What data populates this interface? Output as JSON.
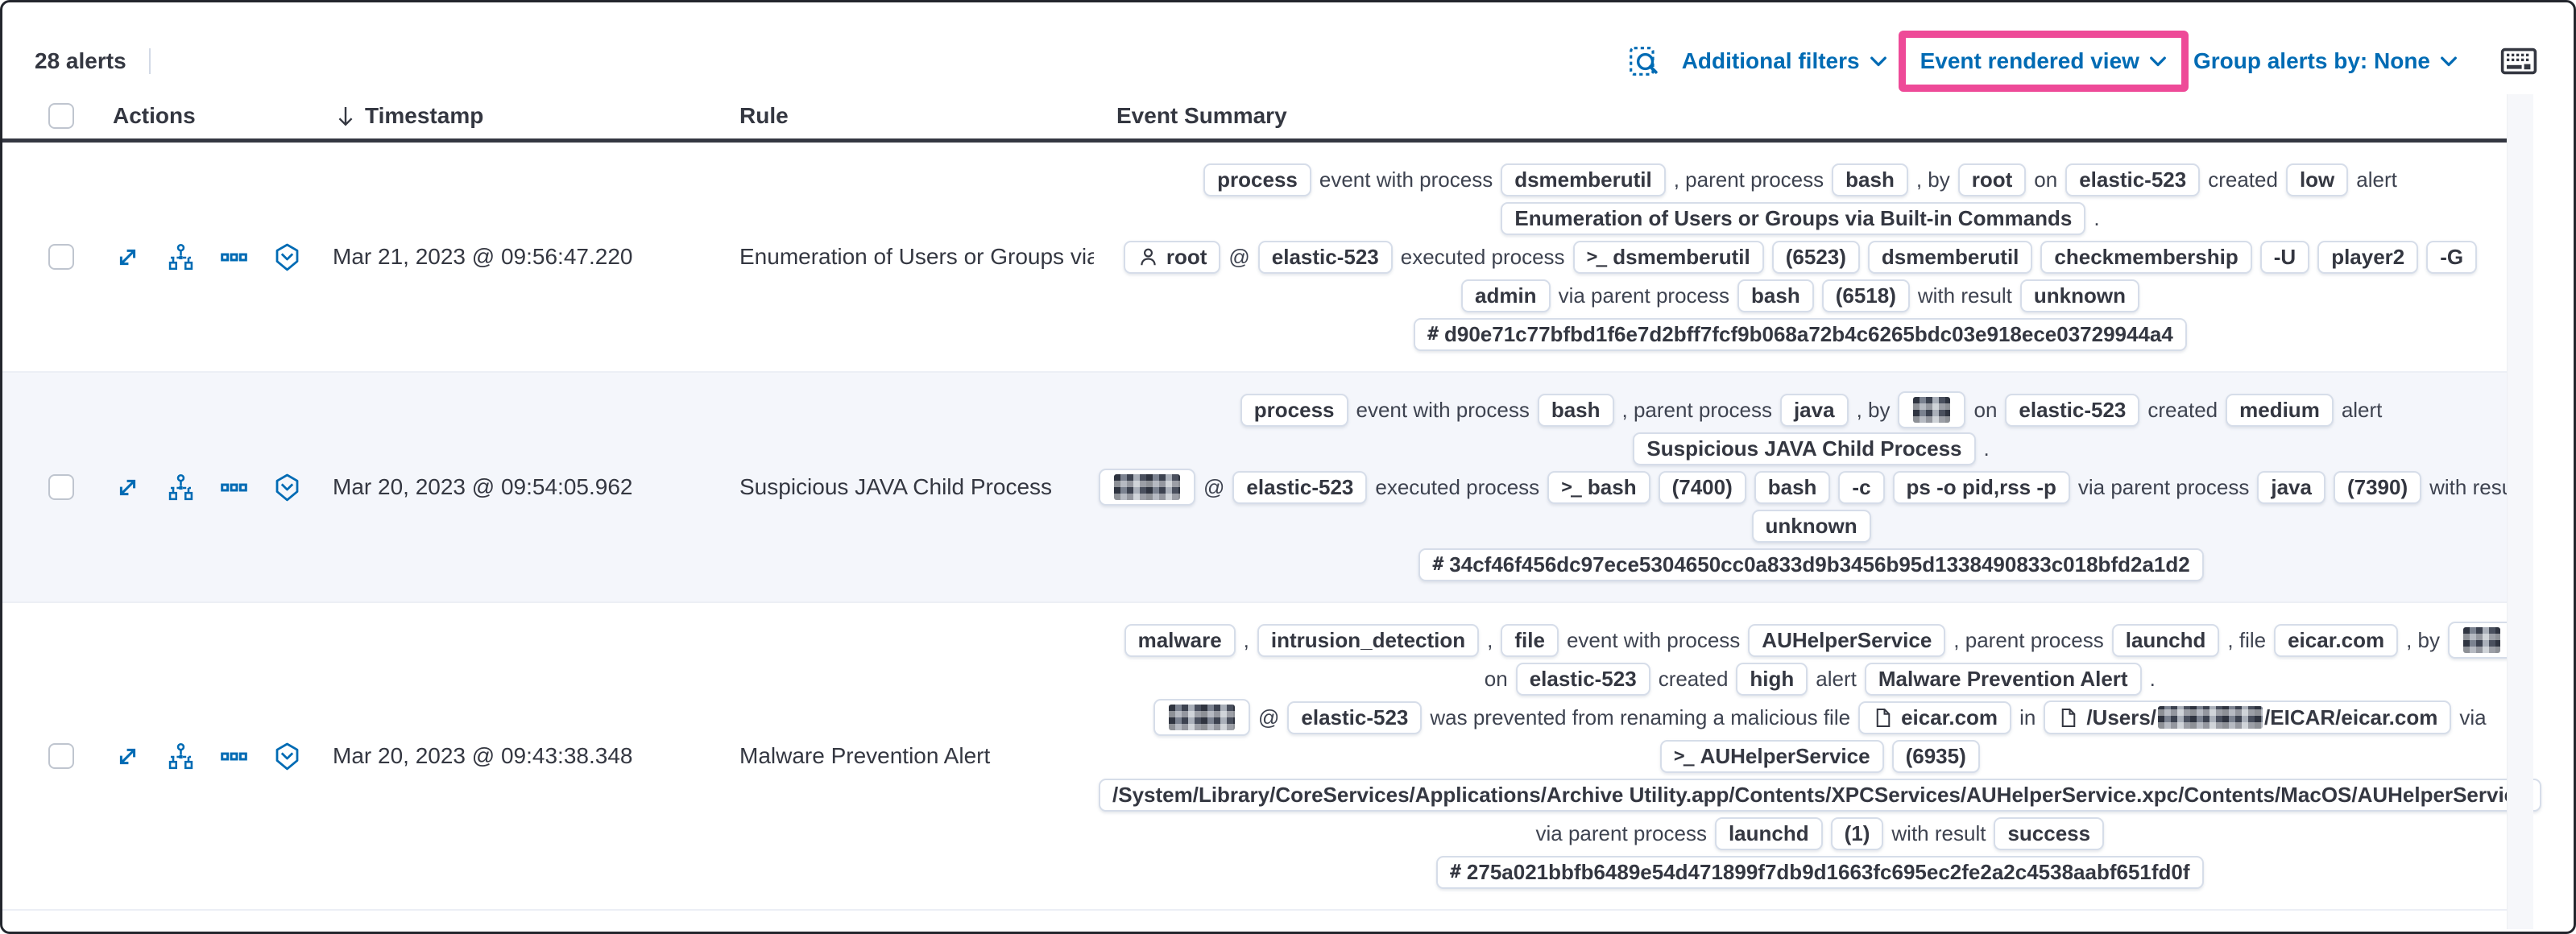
{
  "toolbar": {
    "alerts_count": "28 alerts",
    "additional_filters_label": "Additional filters",
    "view_selector_label": "Event rendered view",
    "group_by_label": "Group alerts by: None"
  },
  "colors": {
    "primary_blue": "#006bb4",
    "highlight_pink": "#ee4a98",
    "stripe_row": "#f4f6fb"
  },
  "icons": {
    "toolbar": [
      "inspect-icon",
      "keyboard-icon"
    ],
    "row_actions": [
      "expand-alert-icon",
      "analyze-event-icon",
      "more-actions-icon",
      "session-view-icon"
    ]
  },
  "table": {
    "headers": [
      "Actions",
      "Timestamp",
      "Rule",
      "Event Summary"
    ],
    "rows": [
      {
        "timestamp": "Mar 21, 2023 @ 09:56:47.220",
        "rule": "Enumeration of Users or Groups via Bui",
        "summary": [
          [
            {
              "type": "badge",
              "text": "process"
            },
            {
              "type": "text",
              "text": "event with process"
            },
            {
              "type": "badge",
              "text": "dsmemberutil"
            },
            {
              "type": "text",
              "text": ", parent process"
            },
            {
              "type": "badge",
              "text": "bash"
            },
            {
              "type": "text",
              "text": ", by"
            },
            {
              "type": "badge",
              "text": "root"
            },
            {
              "type": "text",
              "text": "on"
            },
            {
              "type": "badge",
              "text": "elastic-523"
            },
            {
              "type": "text",
              "text": "created"
            },
            {
              "type": "badge",
              "text": "low"
            },
            {
              "type": "text",
              "text": "alert"
            }
          ],
          [
            {
              "type": "badge",
              "text": "Enumeration of Users or Groups via Built-in Commands"
            },
            {
              "type": "text",
              "text": "."
            }
          ],
          [
            {
              "type": "badge",
              "text": "root",
              "icon": "user"
            },
            {
              "type": "text",
              "text": "@"
            },
            {
              "type": "badge",
              "text": "elastic-523"
            },
            {
              "type": "text",
              "text": "executed process"
            },
            {
              "type": "badge",
              "text": "dsmemberutil",
              "icon": "terminal"
            },
            {
              "type": "badge",
              "text": "(6523)"
            },
            {
              "type": "badge",
              "text": "dsmemberutil"
            },
            {
              "type": "badge",
              "text": "checkmembership"
            },
            {
              "type": "badge",
              "text": "-U"
            },
            {
              "type": "badge",
              "text": "player2"
            },
            {
              "type": "badge",
              "text": "-G"
            }
          ],
          [
            {
              "type": "badge",
              "text": "admin"
            },
            {
              "type": "text",
              "text": "via parent process"
            },
            {
              "type": "badge",
              "text": "bash"
            },
            {
              "type": "badge",
              "text": "(6518)"
            },
            {
              "type": "text",
              "text": "with result"
            },
            {
              "type": "badge",
              "text": "unknown"
            }
          ],
          [
            {
              "type": "badge",
              "text": "d90e71c77bfbd1f6e7d2bff7fcf9b068a72b4c6265bdc03e918ece03729944a4",
              "icon": "hash"
            }
          ]
        ]
      },
      {
        "timestamp": "Mar 20, 2023 @ 09:54:05.962",
        "rule": "Suspicious JAVA Child Process",
        "summary": [
          [
            {
              "type": "badge",
              "text": "process"
            },
            {
              "type": "text",
              "text": "event with process"
            },
            {
              "type": "badge",
              "text": "bash"
            },
            {
              "type": "text",
              "text": ", parent process"
            },
            {
              "type": "badge",
              "text": "java"
            },
            {
              "type": "text",
              "text": ", by"
            },
            {
              "type": "badge",
              "redact": "sm"
            },
            {
              "type": "text",
              "text": "on"
            },
            {
              "type": "badge",
              "text": "elastic-523"
            },
            {
              "type": "text",
              "text": "created"
            },
            {
              "type": "badge",
              "text": "medium"
            },
            {
              "type": "text",
              "text": "alert"
            }
          ],
          [
            {
              "type": "badge",
              "text": "Suspicious JAVA Child Process"
            },
            {
              "type": "text",
              "text": "."
            }
          ],
          [
            {
              "type": "badge",
              "redact": "md"
            },
            {
              "type": "text",
              "text": "@"
            },
            {
              "type": "badge",
              "text": "elastic-523"
            },
            {
              "type": "text",
              "text": "executed process"
            },
            {
              "type": "badge",
              "text": "bash",
              "icon": "terminal"
            },
            {
              "type": "badge",
              "text": "(7400)"
            },
            {
              "type": "badge",
              "text": "bash"
            },
            {
              "type": "badge",
              "text": "-c"
            },
            {
              "type": "badge",
              "text": "ps -o pid,rss -p"
            },
            {
              "type": "text",
              "text": "via parent process"
            },
            {
              "type": "badge",
              "text": "java"
            },
            {
              "type": "badge",
              "text": "(7390)"
            },
            {
              "type": "text",
              "text": "with result"
            }
          ],
          [
            {
              "type": "badge",
              "text": "unknown"
            }
          ],
          [
            {
              "type": "badge",
              "text": "34cf46f456dc97ece5304650cc0a833d9b3456b95d1338490833c018bfd2a1d2",
              "icon": "hash"
            }
          ]
        ]
      },
      {
        "timestamp": "Mar 20, 2023 @ 09:43:38.348",
        "rule": "Malware Prevention Alert",
        "summary": [
          [
            {
              "type": "badge",
              "text": "malware"
            },
            {
              "type": "text",
              "text": ","
            },
            {
              "type": "badge",
              "text": "intrusion_detection"
            },
            {
              "type": "text",
              "text": ","
            },
            {
              "type": "badge",
              "text": "file"
            },
            {
              "type": "text",
              "text": "event with process"
            },
            {
              "type": "badge",
              "text": "AUHelperService"
            },
            {
              "type": "text",
              "text": ", parent process"
            },
            {
              "type": "badge",
              "text": "launchd"
            },
            {
              "type": "text",
              "text": ", file"
            },
            {
              "type": "badge",
              "text": "eicar.com"
            },
            {
              "type": "text",
              "text": ", by"
            },
            {
              "type": "badge",
              "redact": "sm"
            }
          ],
          [
            {
              "type": "text",
              "text": "on"
            },
            {
              "type": "badge",
              "text": "elastic-523"
            },
            {
              "type": "text",
              "text": "created"
            },
            {
              "type": "badge",
              "text": "high"
            },
            {
              "type": "text",
              "text": "alert"
            },
            {
              "type": "badge",
              "text": "Malware Prevention Alert"
            },
            {
              "type": "text",
              "text": "."
            }
          ],
          [
            {
              "type": "badge",
              "redact": "md"
            },
            {
              "type": "text",
              "text": "@"
            },
            {
              "type": "badge",
              "text": "elastic-523"
            },
            {
              "type": "text",
              "text": "was prevented from renaming a malicious file"
            },
            {
              "type": "badge",
              "text": "eicar.com",
              "icon": "file"
            },
            {
              "type": "text",
              "text": "in"
            },
            {
              "type": "badge",
              "icon": "file",
              "parts": [
                {
                  "text": "/Users/"
                },
                {
                  "redact": "lg"
                },
                {
                  "text": "/EICAR/eicar.com"
                }
              ]
            },
            {
              "type": "text",
              "text": "via"
            }
          ],
          [
            {
              "type": "badge",
              "text": "AUHelperService",
              "icon": "terminal"
            },
            {
              "type": "badge",
              "text": "(6935)"
            }
          ],
          [
            {
              "type": "badge",
              "text": "/System/Library/CoreServices/Applications/Archive Utility.app/Contents/XPCServices/AUHelperService.xpc/Contents/MacOS/AUHelperService"
            }
          ],
          [
            {
              "type": "text",
              "text": "via parent process"
            },
            {
              "type": "badge",
              "text": "launchd"
            },
            {
              "type": "badge",
              "text": "(1)"
            },
            {
              "type": "text",
              "text": "with result"
            },
            {
              "type": "badge",
              "text": "success"
            }
          ],
          [
            {
              "type": "badge",
              "text": "275a021bbfb6489e54d471899f7db9d1663fc695ec2fe2a2c4538aabf651fd0f",
              "icon": "hash"
            }
          ]
        ]
      }
    ]
  }
}
